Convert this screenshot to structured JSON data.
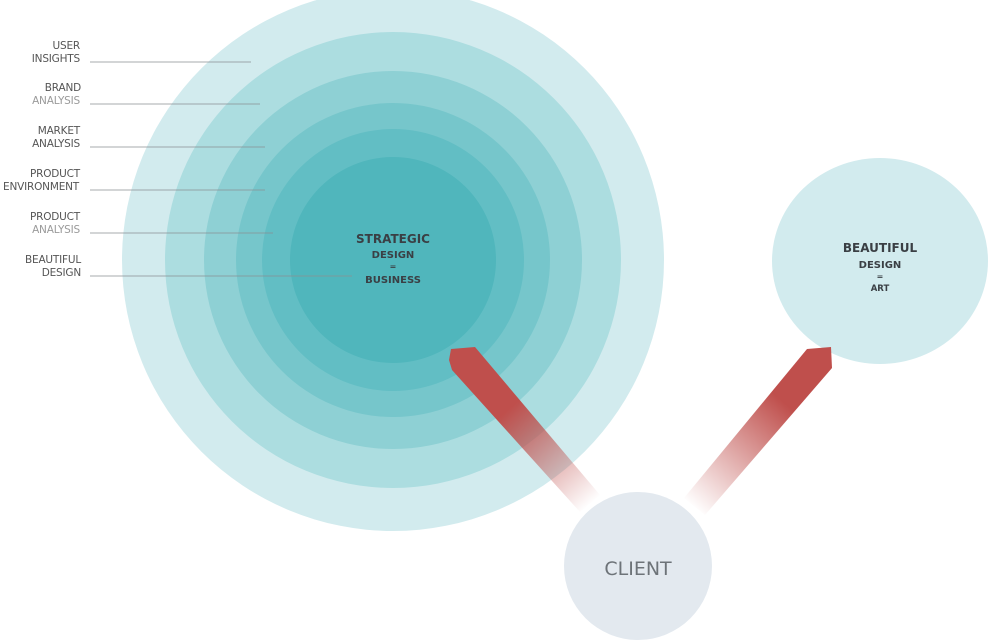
{
  "labels": [
    {
      "line1": "USER",
      "line2": "INSIGHTS",
      "line2_light": false
    },
    {
      "line1": "BRAND",
      "line2": "ANALYSIS",
      "line2_light": true
    },
    {
      "line1": "MARKET",
      "line2": "ANALYSIS",
      "line2_light": false
    },
    {
      "line1": "PRODUCT",
      "line2": "ENVIRONMENT",
      "line2_light": false
    },
    {
      "line1": "PRODUCT",
      "line2": "ANALYSIS",
      "line2_light": true
    },
    {
      "line1": "BEAUTIFUL",
      "line2": "DESIGN",
      "line2_light": false
    }
  ],
  "strategic": {
    "title": "STRATEGIC",
    "line2": "DESIGN",
    "eq": "=",
    "line3": "BUSINESS"
  },
  "beautiful": {
    "title": "BEAUTIFUL",
    "line2": "DESIGN",
    "eq": "=",
    "line3": "ART"
  },
  "client": {
    "label": "CLIENT"
  },
  "colors": {
    "rings": [
      "#d2ebee",
      "#acdde0",
      "#8ed0d4",
      "#76c6cb",
      "#62bec4",
      "#50b6bc"
    ],
    "arrow": "#bf4f4c",
    "client": "#e3e9ef",
    "beautiful": "#d2ebee"
  }
}
